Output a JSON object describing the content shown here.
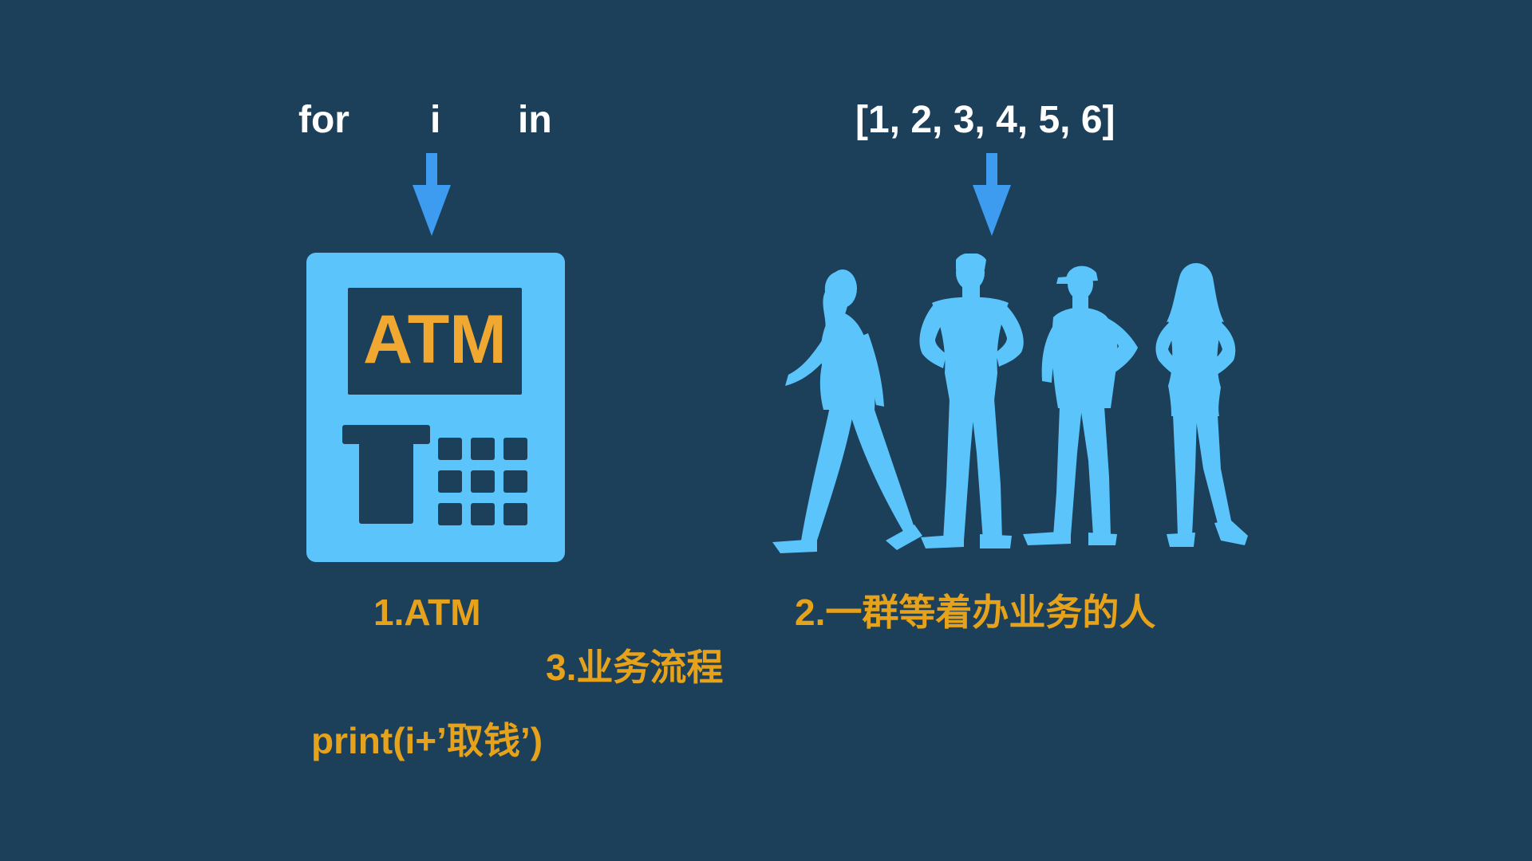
{
  "code": {
    "for_keyword": "for",
    "loop_variable": "i",
    "in_keyword": "in",
    "iterable": "[1, 2, 3, 4, 5, 6]"
  },
  "atm": {
    "screen_text": "ATM"
  },
  "labels": {
    "atm_label": "1.ATM",
    "people_label": "2.一群等着办业务的人",
    "process_label": "3.业务流程",
    "print_statement": "print(i+’取钱’)"
  },
  "colors": {
    "background": "#1c3f5a",
    "code_text": "#ffffff",
    "label_text": "#e5a21a",
    "arrow": "#3d9bf0",
    "icon": "#5bc4fb",
    "atm_screen_text": "#f0a830"
  },
  "icons": {
    "arrow": "arrow-down-icon",
    "atm": "atm-icon",
    "people": "people-silhouette-icon"
  }
}
